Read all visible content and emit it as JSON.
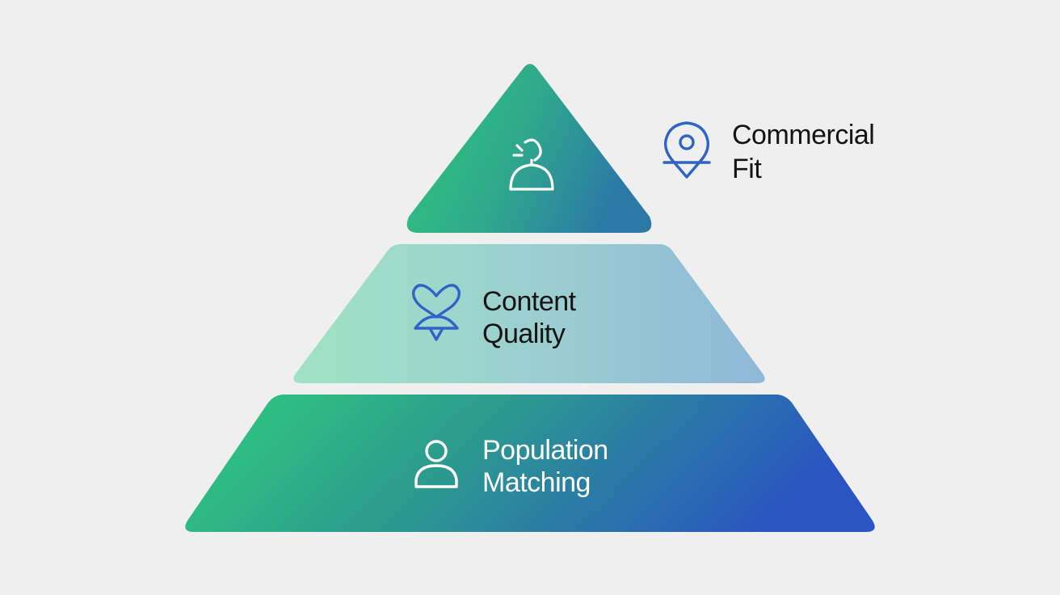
{
  "diagram": {
    "type": "pyramid",
    "colors": {
      "background": "#efefef",
      "green": "#2fc97c",
      "teal": "#2c9a8e",
      "blue": "#2b5fc0",
      "light_mint": "#9fe0c4",
      "light_blue": "#93bcd8",
      "icon_blue": "#2f63c6",
      "dark_text": "#141414",
      "white": "#ffffff"
    },
    "tiers": [
      {
        "level": "top",
        "label_line1": "Commercial",
        "label_line2": "Fit",
        "icon": "location-pin-icon",
        "tier_icon": "bell-service-icon"
      },
      {
        "level": "middle",
        "label_line1": "Content",
        "label_line2": "Quality",
        "icon": "heart-pin-icon"
      },
      {
        "level": "bottom",
        "label_line1": "Population",
        "label_line2": "Matching",
        "icon": "person-icon"
      }
    ]
  }
}
